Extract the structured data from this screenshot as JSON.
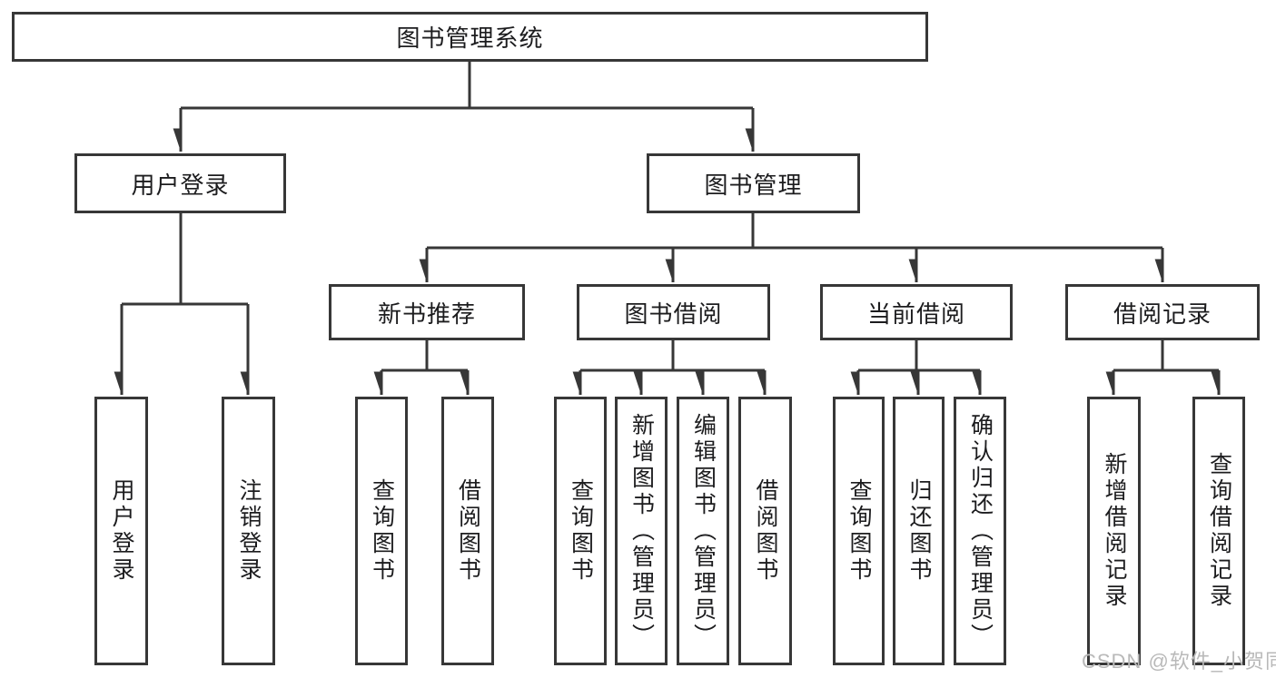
{
  "diagram": {
    "tree": {
      "root": {
        "label": "图书管理系统"
      },
      "children": [
        {
          "label": "用户登录",
          "children": [
            {
              "label": "用户登录"
            },
            {
              "label": "注销登录"
            }
          ]
        },
        {
          "label": "图书管理",
          "children": [
            {
              "label": "新书推荐",
              "children": [
                {
                  "label": "查询图书"
                },
                {
                  "label": "借阅图书"
                }
              ]
            },
            {
              "label": "图书借阅",
              "children": [
                {
                  "label": "查询图书"
                },
                {
                  "label": "新增图书（管理员）"
                },
                {
                  "label": "编辑图书（管理员）"
                },
                {
                  "label": "借阅图书"
                }
              ]
            },
            {
              "label": "当前借阅",
              "children": [
                {
                  "label": "查询图书"
                },
                {
                  "label": "归还图书"
                },
                {
                  "label": "确认归还（管理员）"
                }
              ]
            },
            {
              "label": "借阅记录",
              "children": [
                {
                  "label": "新增借阅记录"
                },
                {
                  "label": "查询借阅记录"
                }
              ]
            }
          ]
        }
      ]
    },
    "colors": {
      "line": "#373737",
      "text": "#1c1c1e",
      "watermark": "#b9b9b9",
      "background": "#ffffff"
    }
  },
  "watermark": {
    "text": "CSDN @软件_小贺同学"
  }
}
